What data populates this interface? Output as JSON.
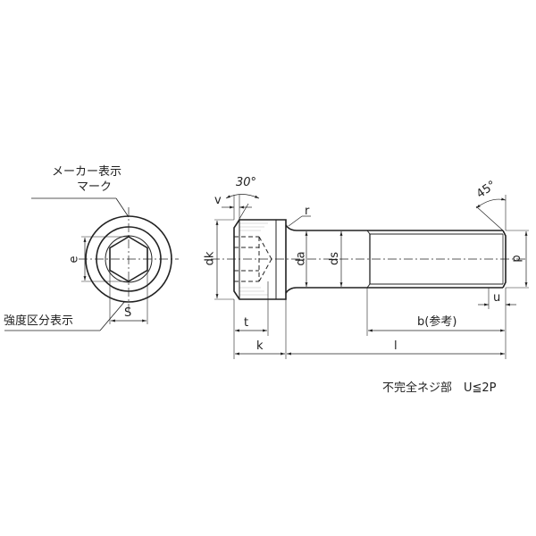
{
  "drawing": {
    "title": "Hexagon socket head cap screw dimension drawing",
    "colors": {
      "line": "#222222",
      "hatch": "#bbbbbb",
      "background": "#ffffff"
    }
  },
  "end_view": {
    "maker_mark_label_line1": "メーカー表示",
    "maker_mark_label_line2": "マーク",
    "strength_class_label": "強度区分表示",
    "dim_e": "e",
    "dim_s": "S"
  },
  "side_view": {
    "angle_head": "30°",
    "angle_tip": "45°",
    "dim_v": "v",
    "dim_r": "r",
    "dim_dk": "dk",
    "dim_da": "da",
    "dim_ds": "ds",
    "dim_d": "d",
    "dim_u": "u",
    "dim_t": "t",
    "dim_k": "k",
    "dim_b": "b(参考)",
    "dim_l": "l"
  },
  "footnote": "不完全ネジ部　U≦2P"
}
